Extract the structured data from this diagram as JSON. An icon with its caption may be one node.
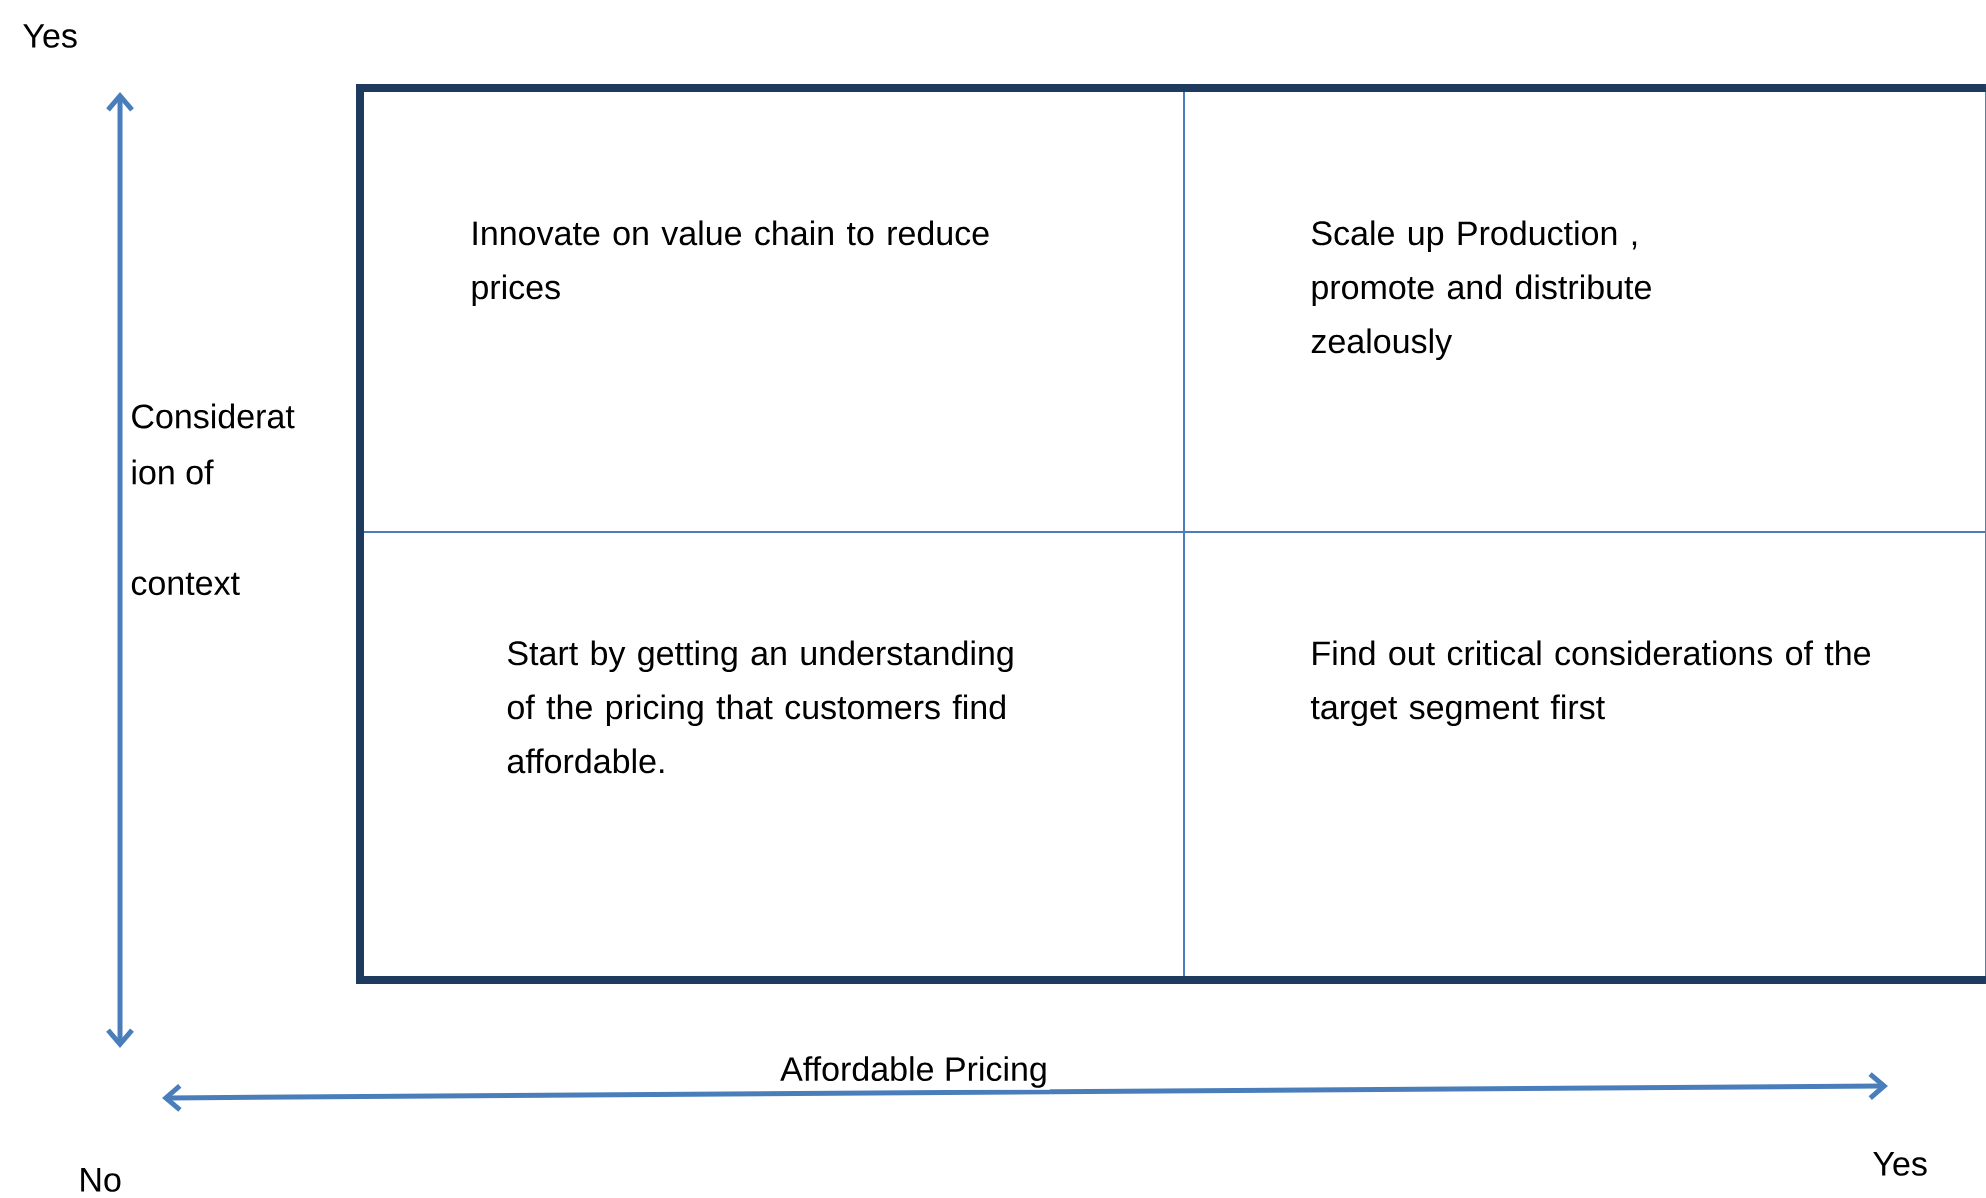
{
  "diagram": {
    "nodes": [
      {
        "text": [
          "Innovate on value chain to reduce prices"
        ]
      },
      {
        "text": [
          "Scale up Production , promote and distribute zealously"
        ]
      },
      {
        "text": [
          "Start by getting  an understanding of the pricing that customers find affordable."
        ]
      },
      {
        "text": [
          "Find out critical considerations of the target segment first"
        ]
      }
    ],
    "edges": [],
    "labels": [
      "Yes",
      "Considerat",
      "ion of",
      "context",
      "Affordable Pricing",
      "No",
      "Yes"
    ]
  }
}
